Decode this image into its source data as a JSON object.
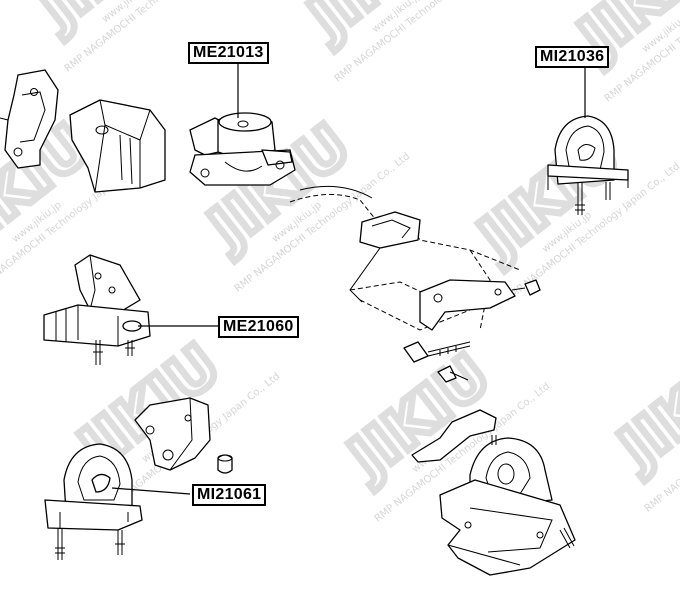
{
  "watermark": {
    "logo": "JIKIU",
    "url": "www.jikiu.jp",
    "company": "RMP NAGAMOCHI Technology Japan Co., Ltd"
  },
  "part_labels": {
    "me21013": "ME21013",
    "mi21036": "MI21036",
    "me21060": "ME21060",
    "mi21061": "MI21061"
  }
}
